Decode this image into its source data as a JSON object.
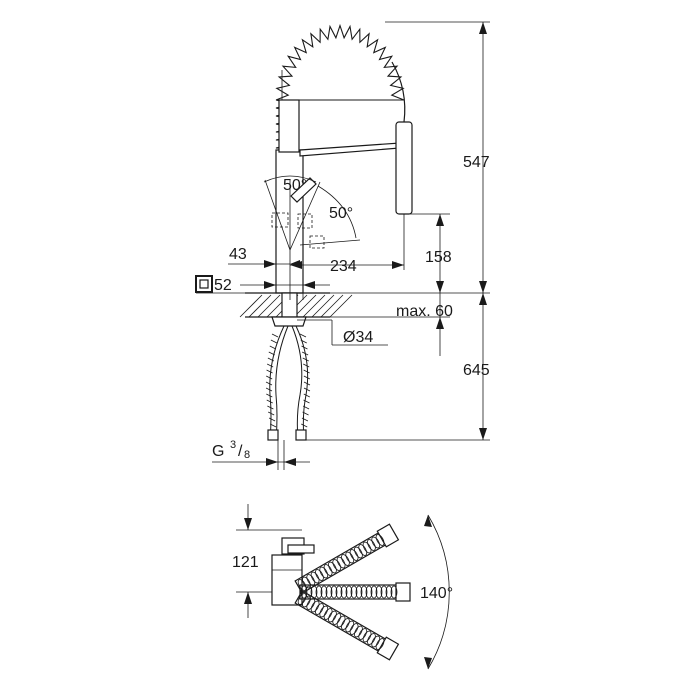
{
  "dimensions": {
    "total_height": "547",
    "spout_height": "158",
    "spout_reach": "234",
    "base_offset": "43",
    "base_size": "52",
    "deck_thickness": "max. 60",
    "hole_diameter": "Ø34",
    "hose_length": "645",
    "connection_prefix": "G",
    "connection_num": "3",
    "connection_den": "8",
    "lever_angle_side": "50°",
    "lever_angle_front": "50°",
    "top_clearance": "121",
    "swivel_angle": "140°"
  }
}
